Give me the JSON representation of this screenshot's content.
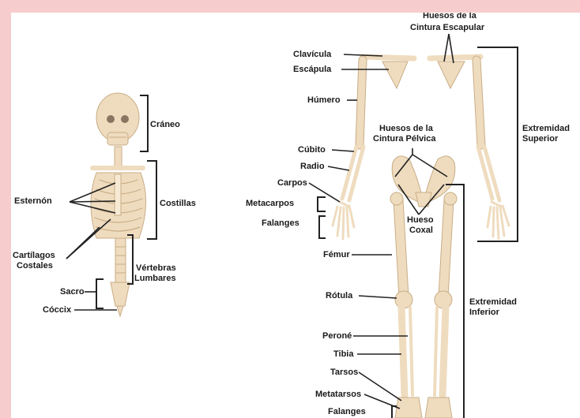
{
  "background_color": "#f6cccc",
  "bone_color": "#efdcbf",
  "labels": {
    "craneo": "Cráneo",
    "esternon": "Esternón",
    "costillas": "Costillas",
    "cartilagos_1": "Cartílagos",
    "cartilagos_2": "Costales",
    "vertebras_1": "Vértebras",
    "vertebras_2": "Lumbares",
    "sacro": "Sacro",
    "coccix": "Cóccix",
    "cintura_escapular_1": "Huesos de la",
    "cintura_escapular_2": "Cintura Escapular",
    "clavicula": "Clavícula",
    "escapula": "Escápula",
    "humero": "Húmero",
    "cintura_pelvica_1": "Huesos de la",
    "cintura_pelvica_2": "Cintura Pélvica",
    "cubito": "Cúbito",
    "radio": "Radio",
    "carpos": "Carpos",
    "metacarpos": "Metacarpos",
    "falanges_mano": "Falanges",
    "hueso_coxal_1": "Hueso",
    "hueso_coxal_2": "Coxal",
    "extremidad_superior_1": "Extremidad",
    "extremidad_superior_2": "Superior",
    "femur": "Fémur",
    "rotula": "Rótula",
    "extremidad_inferior_1": "Extremidad",
    "extremidad_inferior_2": "Inferior",
    "perone": "Peroné",
    "tibia": "Tibia",
    "tarsos": "Tarsos",
    "metatarsos": "Metatarsos",
    "falanges_pie": "Falanges"
  }
}
